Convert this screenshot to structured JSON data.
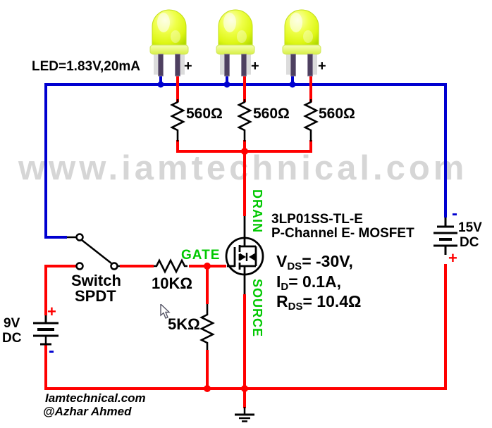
{
  "colors": {
    "wire_red": "#ff0000",
    "wire_blue": "#0000d0",
    "terminal_green": "#00c800",
    "watermark_gray": "#d6d6d6",
    "led_yellow": "#e8ff2e"
  },
  "watermark": "www.iamtechnical.com",
  "top": {
    "led_spec": "LED=1.83V,20mA",
    "plus": "+",
    "resistor_label": "560Ω"
  },
  "mosfet": {
    "part": "3LP01SS-TL-E",
    "family": "P-Channel E- MOSFET",
    "terminals": {
      "drain": "DRAIN",
      "gate": "GATE",
      "source": "SOURCE"
    },
    "specs": [
      {
        "sym": "V",
        "sub": "DS",
        "rest": "= -30V,"
      },
      {
        "sym": "I",
        "sub": "D",
        "rest": "= 0.1A,"
      },
      {
        "sym": "R",
        "sub": "DS",
        "rest": "= 10.4Ω"
      }
    ]
  },
  "switch": {
    "line1": "Switch",
    "line2": "SPDT"
  },
  "resistors": {
    "gate": "10KΩ",
    "pulldown": "5KΩ"
  },
  "battery_left": {
    "voltage": "9V",
    "type": "DC",
    "plus": "+",
    "minus": "-"
  },
  "battery_right": {
    "voltage": "15V",
    "type": "DC",
    "plus": "+",
    "minus": "-"
  },
  "footer": {
    "site": "Iamtechnical.com",
    "author": "@Azhar Ahmed"
  }
}
